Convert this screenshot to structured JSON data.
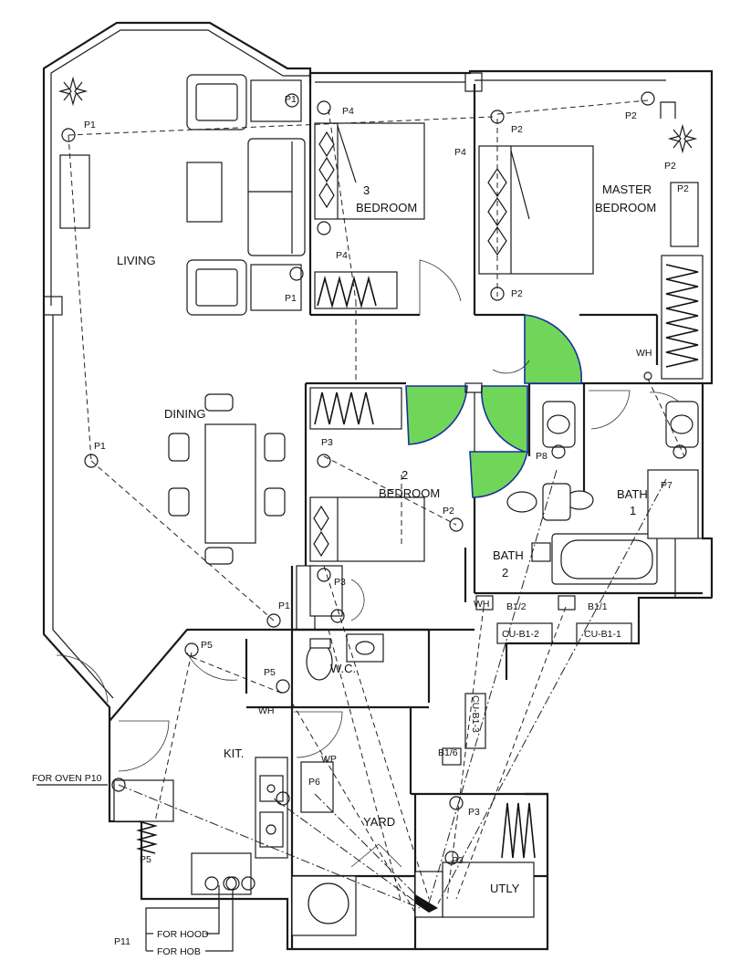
{
  "rooms": {
    "living": "LIVING",
    "dining": "DINING",
    "bedroom3_num": "3",
    "bedroom3_word": "BEDROOM",
    "master_a": "MASTER",
    "master_b": "BEDROOM",
    "bedroom2_num": "2",
    "bedroom2_word": "BEDROOM",
    "bath2_a": "BATH",
    "bath2_b": "2",
    "bath1_a": "BATH",
    "bath1_b": "1",
    "wc": "W.C.",
    "kit": "KIT.",
    "yard": "YARD",
    "utly": "UTLY"
  },
  "points": {
    "p1_a": "P1",
    "p1_b": "P1",
    "p1_c": "P1",
    "p1_d": "P1",
    "p1_e": "P1",
    "p2_a": "P2",
    "p2_b": "P2",
    "p2_c": "P2",
    "p2_d": "P2",
    "p2_e": "P2",
    "p2_f": "P2",
    "p3_a": "P3",
    "p3_b": "P3",
    "p3_c": "P3",
    "p3_d": "P3",
    "p4_a": "P4",
    "p4_b": "P4",
    "p4_c": "P4",
    "p5_a": "P5",
    "p5_b": "P5",
    "p5_c": "P5",
    "p6": "P6",
    "p7": "P7",
    "p8": "P8",
    "wh_a": "WH",
    "wh_b": "WH",
    "wh_c": "WH",
    "wp": "WP",
    "b1_1": "B1/1",
    "b1_2": "B1/2",
    "b1_6": "B1/6",
    "cu_b1_1": "CU-B1-1",
    "cu_b1_2": "CU-B1-2",
    "cu_b1_3": "CU-B1-3"
  },
  "annotations": {
    "oven": "FOR OVEN P10",
    "p11": "P11",
    "hood": "FOR HOOD",
    "hob": "FOR HOB"
  },
  "colors": {
    "door_fill": "#6fd65a",
    "door_stroke": "#1b2f9c",
    "line": "#1a1a1a"
  }
}
